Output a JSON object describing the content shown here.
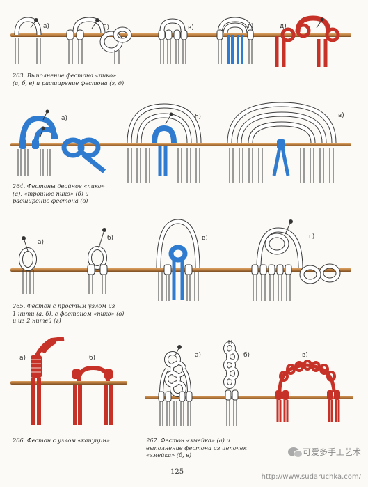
{
  "figure_labels": {
    "fig263": [
      "а)",
      "б)",
      "в)",
      "г)",
      "д)"
    ],
    "fig264": [
      "а)",
      "б)",
      "в)"
    ],
    "fig265": [
      "а)",
      "б)",
      "в)",
      "г)"
    ],
    "fig266": [
      "а)",
      "б)"
    ],
    "fig267": [
      "а)",
      "б)",
      "в)"
    ]
  },
  "captions": {
    "c263": [
      "263. Выполнение фестона «пико»",
      "(а, б, в) и расширение фестона (г, д)"
    ],
    "c264": [
      "264. Фестоны двойное «пико»",
      "(а), «тройное пико» (б) и",
      "расширение фестона (в)"
    ],
    "c265": [
      "265. Фестон с простым узлом из",
      "1 нити (а, б), с фестоном «пико» (в)",
      "и из 2 нитей (г)"
    ],
    "c266": [
      "266. Фестон с узлом «капуцин»"
    ],
    "c267": [
      "267. Фестон «змейка» (а) и",
      "выполнение фестона из цепочек",
      "«змейка» (б, в)"
    ]
  },
  "page_number": "125",
  "watermark": {
    "title": "可爱多手工艺术",
    "url": "http://www.sudaruchka.com/"
  },
  "colors": {
    "rod": "#b97c3f",
    "blue": "#2e7bd0",
    "red": "#c63227",
    "outline": "#3a3a3a"
  }
}
